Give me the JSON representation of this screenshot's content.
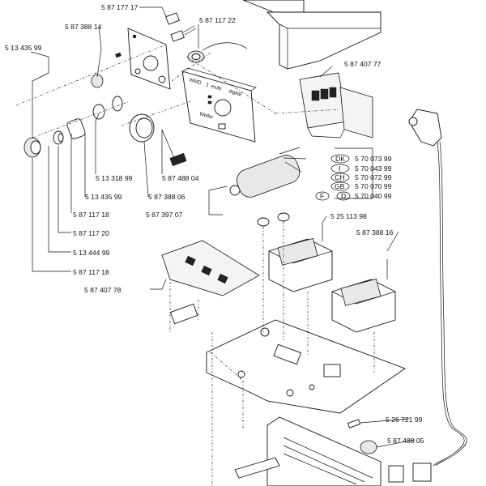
{
  "part_numbers": {
    "p587117717": "5 87 177 17",
    "p58738814": "5 87 388 14",
    "p51343599a": "5 13 435 99",
    "p58711722": "5 87 117 22",
    "p58740777": "5 87 407 77",
    "p51331899": "5 13 318 99",
    "p58748804": "5 87 488 04",
    "p51343599b": "5 13 435 99",
    "p58738806": "5 87 388 06",
    "p58711718a": "5 87 117 18",
    "p58739707": "5 87 397 07",
    "p58711720": "5 87 117 20",
    "p51344499": "5 13 444 99",
    "p58711718b": "5 87 117 18",
    "p58740778": "5 87 407 78",
    "p52511398": "5 25 113 98",
    "p58738816": "5 87 388 16",
    "p52672199": "5 26 721 99",
    "p58748805": "5 87 488 05"
  },
  "country_variants": [
    {
      "code": "DK",
      "number": "5 70 073 99"
    },
    {
      "code": "I",
      "number": "5 70 043 99"
    },
    {
      "code": "CH",
      "number": "5 70 072 99"
    },
    {
      "code": "GB",
      "number": "5 70 070 99"
    },
    {
      "code": "F",
      "number": "",
      "code2": "D",
      "number2": "5 70 040 99"
    }
  ],
  "panel_text": {
    "brand": "WMD",
    "mode": "1",
    "mode_text": "multi",
    "display_word": "digital",
    "logo": "Weller"
  }
}
